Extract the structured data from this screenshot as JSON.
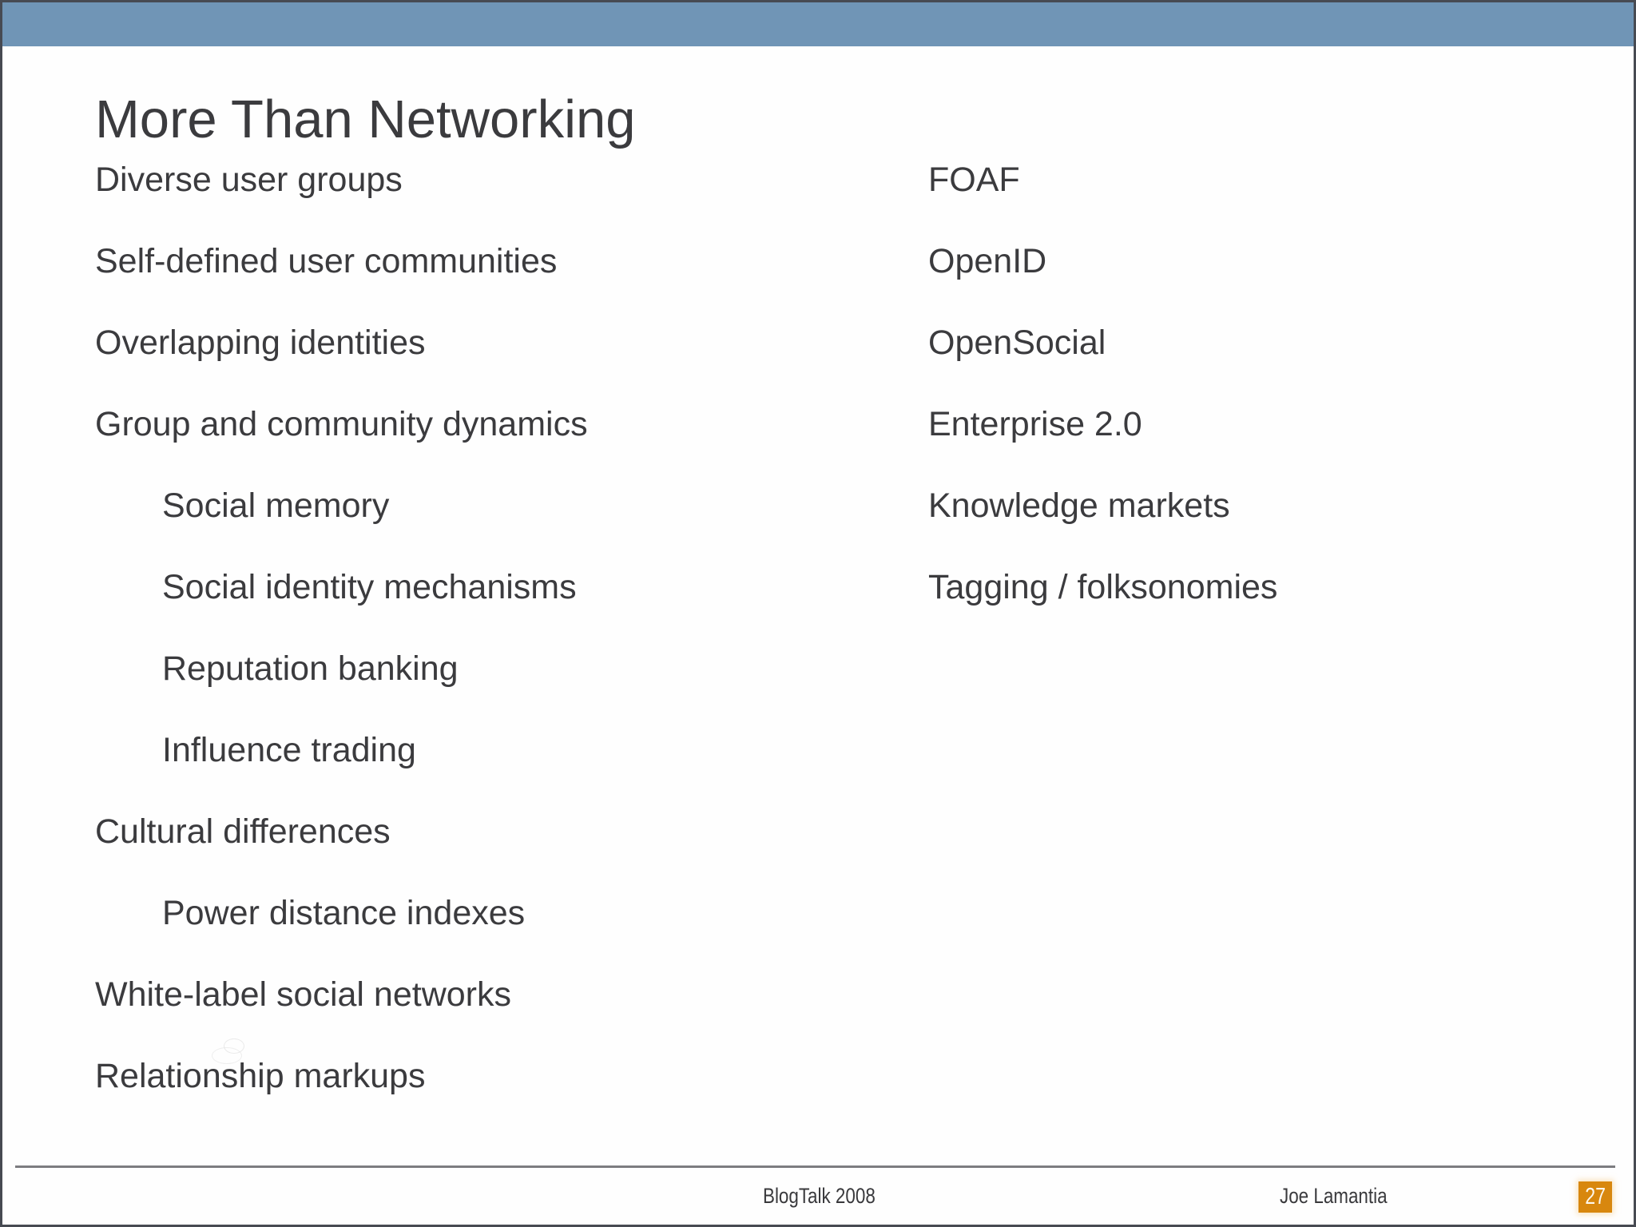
{
  "slide_title": "More Than Networking",
  "left_column": [
    {
      "label": "Diverse user groups",
      "indent": false
    },
    {
      "label": "Self-defined user communities",
      "indent": false
    },
    {
      "label": "Overlapping identities",
      "indent": false
    },
    {
      "label": "Group and community dynamics",
      "indent": false
    },
    {
      "label": "Social memory",
      "indent": true
    },
    {
      "label": "Social identity mechanisms",
      "indent": true
    },
    {
      "label": "Reputation banking",
      "indent": true
    },
    {
      "label": "Influence trading",
      "indent": true
    },
    {
      "label": "Cultural differences",
      "indent": false
    },
    {
      "label": "Power distance indexes",
      "indent": true
    },
    {
      "label": "White-label social networks",
      "indent": false
    },
    {
      "label": "Relationship markups",
      "indent": false
    }
  ],
  "right_column": [
    {
      "label": "FOAF"
    },
    {
      "label": "OpenID"
    },
    {
      "label": "OpenSocial"
    },
    {
      "label": "Enterprise 2.0"
    },
    {
      "label": "Knowledge markets"
    },
    {
      "label": "Tagging / folksonomies"
    }
  ],
  "footer": {
    "conference": "BlogTalk 2008",
    "author": "Joe Lamantia",
    "page_number": "27"
  },
  "colors": {
    "header_band": "#7095b6",
    "page_badge": "#d8870e",
    "text": "#3b3b3e",
    "separator": "#7c7c80",
    "border": "#474a52",
    "background": "#fefefe"
  }
}
